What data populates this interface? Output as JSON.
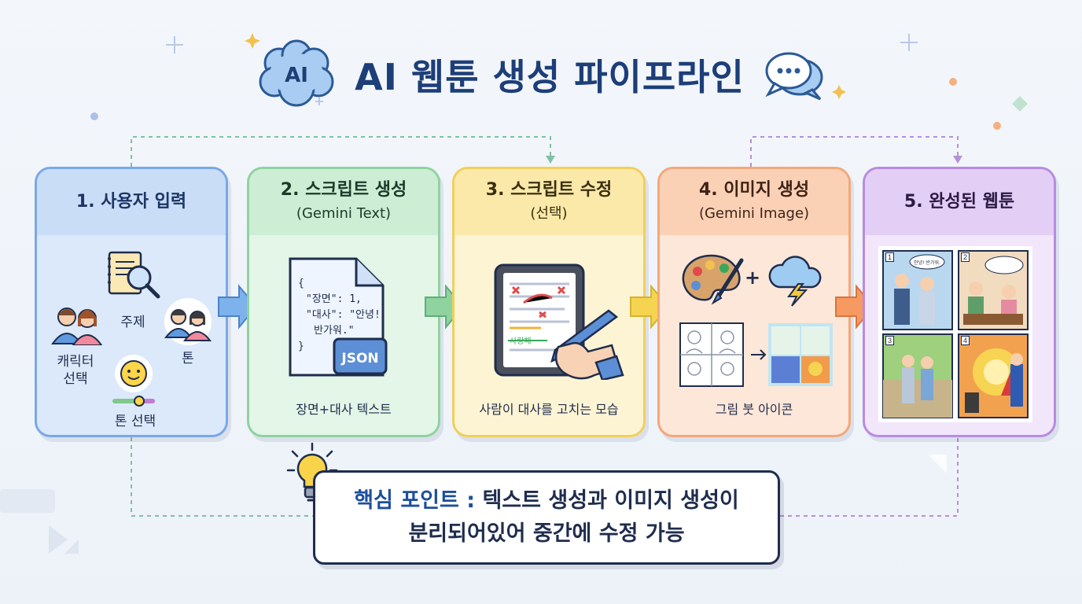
{
  "title": "AI 웹툰 생성 파이프라인",
  "title_icon_label": "AI",
  "steps": [
    {
      "title": "1. 사용자 입력",
      "subtitle": "",
      "caption": ""
    },
    {
      "title": "2. 스크립트 생성",
      "subtitle": "(Gemini Text)",
      "caption": "장면+대사 텍스트"
    },
    {
      "title": "3. 스크립트 수정",
      "subtitle": "(선택)",
      "caption": "사람이 대사를 고치는 모습"
    },
    {
      "title": "4. 이미지 생성",
      "subtitle": "(Gemini Image)",
      "caption": "그림 붓 아이콘"
    },
    {
      "title": "5. 완성된 웹툰",
      "subtitle": "",
      "caption": ""
    }
  ],
  "input_labels": {
    "topic": "주제",
    "character": "캐릭터\n선택",
    "tone": "톤",
    "tone_select": "톤 선택"
  },
  "script_json": {
    "open": "{",
    "line1": "\"장면\": 1,",
    "line2": "\"대사\": \"안녕!",
    "line3": "반가워.\"",
    "close": "}",
    "badge": "JSON"
  },
  "edit_word": "사랑해",
  "plus": "+",
  "webtoon_panels": [
    "1",
    "2",
    "3",
    "4"
  ],
  "speech_bubble_text": "안녕! 반가워.",
  "key_point": {
    "label": "핵심 포인트 :",
    "line1": "텍스트 생성과 이미지 생성이",
    "line2": "분리되어있어 중간에 수정 가능"
  },
  "colors": {
    "title": "#1d3e78",
    "step1": "#7aa8e6",
    "step2": "#8fd3a0",
    "step3": "#f2cf5b",
    "step4": "#f4a77a",
    "step5": "#b98be0"
  }
}
